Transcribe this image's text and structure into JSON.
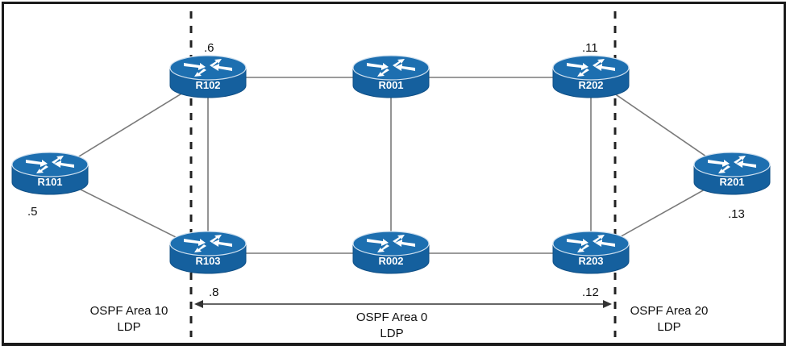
{
  "diagram": {
    "colors": {
      "router_top": "#1d6fb0",
      "router_side": "#15609e",
      "router_edge": "#0f4f86",
      "link": "#7a7a7a",
      "boundary": "#222222",
      "arrow": "#333333"
    },
    "routers": [
      {
        "id": "R101",
        "label": "R101",
        "ip_suffix": ".5"
      },
      {
        "id": "R102",
        "label": "R102",
        "ip_suffix": ".6"
      },
      {
        "id": "R103",
        "label": "R103",
        "ip_suffix": ".8"
      },
      {
        "id": "R001",
        "label": "R001",
        "ip_suffix": ""
      },
      {
        "id": "R002",
        "label": "R002",
        "ip_suffix": ""
      },
      {
        "id": "R202",
        "label": "R202",
        "ip_suffix": ".11"
      },
      {
        "id": "R203",
        "label": "R203",
        "ip_suffix": ".12"
      },
      {
        "id": "R201",
        "label": "R201",
        "ip_suffix": ".13"
      }
    ],
    "links": [
      [
        "R101",
        "R102"
      ],
      [
        "R101",
        "R103"
      ],
      [
        "R102",
        "R103"
      ],
      [
        "R102",
        "R001"
      ],
      [
        "R103",
        "R002"
      ],
      [
        "R001",
        "R002"
      ],
      [
        "R001",
        "R202"
      ],
      [
        "R002",
        "R203"
      ],
      [
        "R202",
        "R203"
      ],
      [
        "R202",
        "R201"
      ],
      [
        "R203",
        "R201"
      ]
    ],
    "areas": [
      {
        "name": "OSPF Area 10",
        "protocol": "LDP"
      },
      {
        "name": "OSPF Area 0",
        "protocol": "LDP"
      },
      {
        "name": "OSPF Area 20",
        "protocol": "LDP"
      }
    ]
  }
}
